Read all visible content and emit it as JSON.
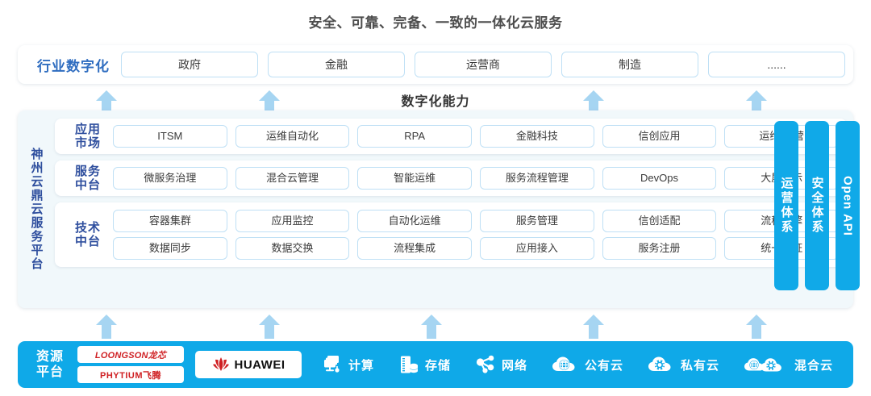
{
  "title": "安全、可靠、完备、一致的一体化云服务",
  "industry": {
    "label": "行业数字化",
    "items": [
      "政府",
      "金融",
      "运营商",
      "制造",
      "......"
    ]
  },
  "capability_band": {
    "label": "数字化能力"
  },
  "platform": {
    "label": "神州云鼎云服务平台",
    "layers": [
      {
        "label_line1": "应用",
        "label_line2": "市场",
        "rows": [
          [
            "ITSM",
            "运维自动化",
            "RPA",
            "金融科技",
            "信创应用",
            "运维/运营"
          ]
        ]
      },
      {
        "label_line1": "服务",
        "label_line2": "中台",
        "rows": [
          [
            "微服务治理",
            "混合云管理",
            "智能运维",
            "服务流程管理",
            "DevOps",
            "大屏展示"
          ]
        ]
      },
      {
        "label_line1": "技术",
        "label_line2": "中台",
        "rows": [
          [
            "容器集群",
            "应用监控",
            "自动化运维",
            "服务管理",
            "信创适配",
            "流程引擎"
          ],
          [
            "数据同步",
            "数据交换",
            "流程集成",
            "应用接入",
            "服务注册",
            "统一认证"
          ]
        ]
      }
    ],
    "side_bars": [
      "运营体系",
      "安全体系",
      "Open API"
    ]
  },
  "resource": {
    "label_line1": "资源",
    "label_line2": "平台",
    "logos": [
      {
        "name": "loongson-logo",
        "text": "LOONGSON龙芯"
      },
      {
        "name": "phytium-logo",
        "text": "PHYTIUM飞腾"
      }
    ],
    "huawei": {
      "name": "huawei-logo",
      "text": "HUAWEI"
    },
    "items": [
      {
        "icon": "compute-icon",
        "label": "计算"
      },
      {
        "icon": "storage-icon",
        "label": "存储"
      },
      {
        "icon": "network-icon",
        "label": "网络"
      },
      {
        "icon": "public-cloud-icon",
        "label": "公有云"
      },
      {
        "icon": "private-cloud-icon",
        "label": "私有云"
      },
      {
        "icon": "hybrid-cloud-icon",
        "label": "混合云"
      }
    ]
  },
  "arrows": {
    "upper_x": [
      132,
      334,
      736,
      938
    ],
    "lower_x": [
      132,
      334,
      535,
      736,
      938
    ]
  },
  "colors": {
    "brand_blue": "#0fa9e8",
    "arrow_blue": "#a6d5f2",
    "label_blue": "#2f4f9e",
    "industry_label_blue": "#2f6dc0",
    "panel_bg": "#f1f8fb",
    "box_border": "#bfe0f5",
    "logo_red": "#cf1f22"
  }
}
